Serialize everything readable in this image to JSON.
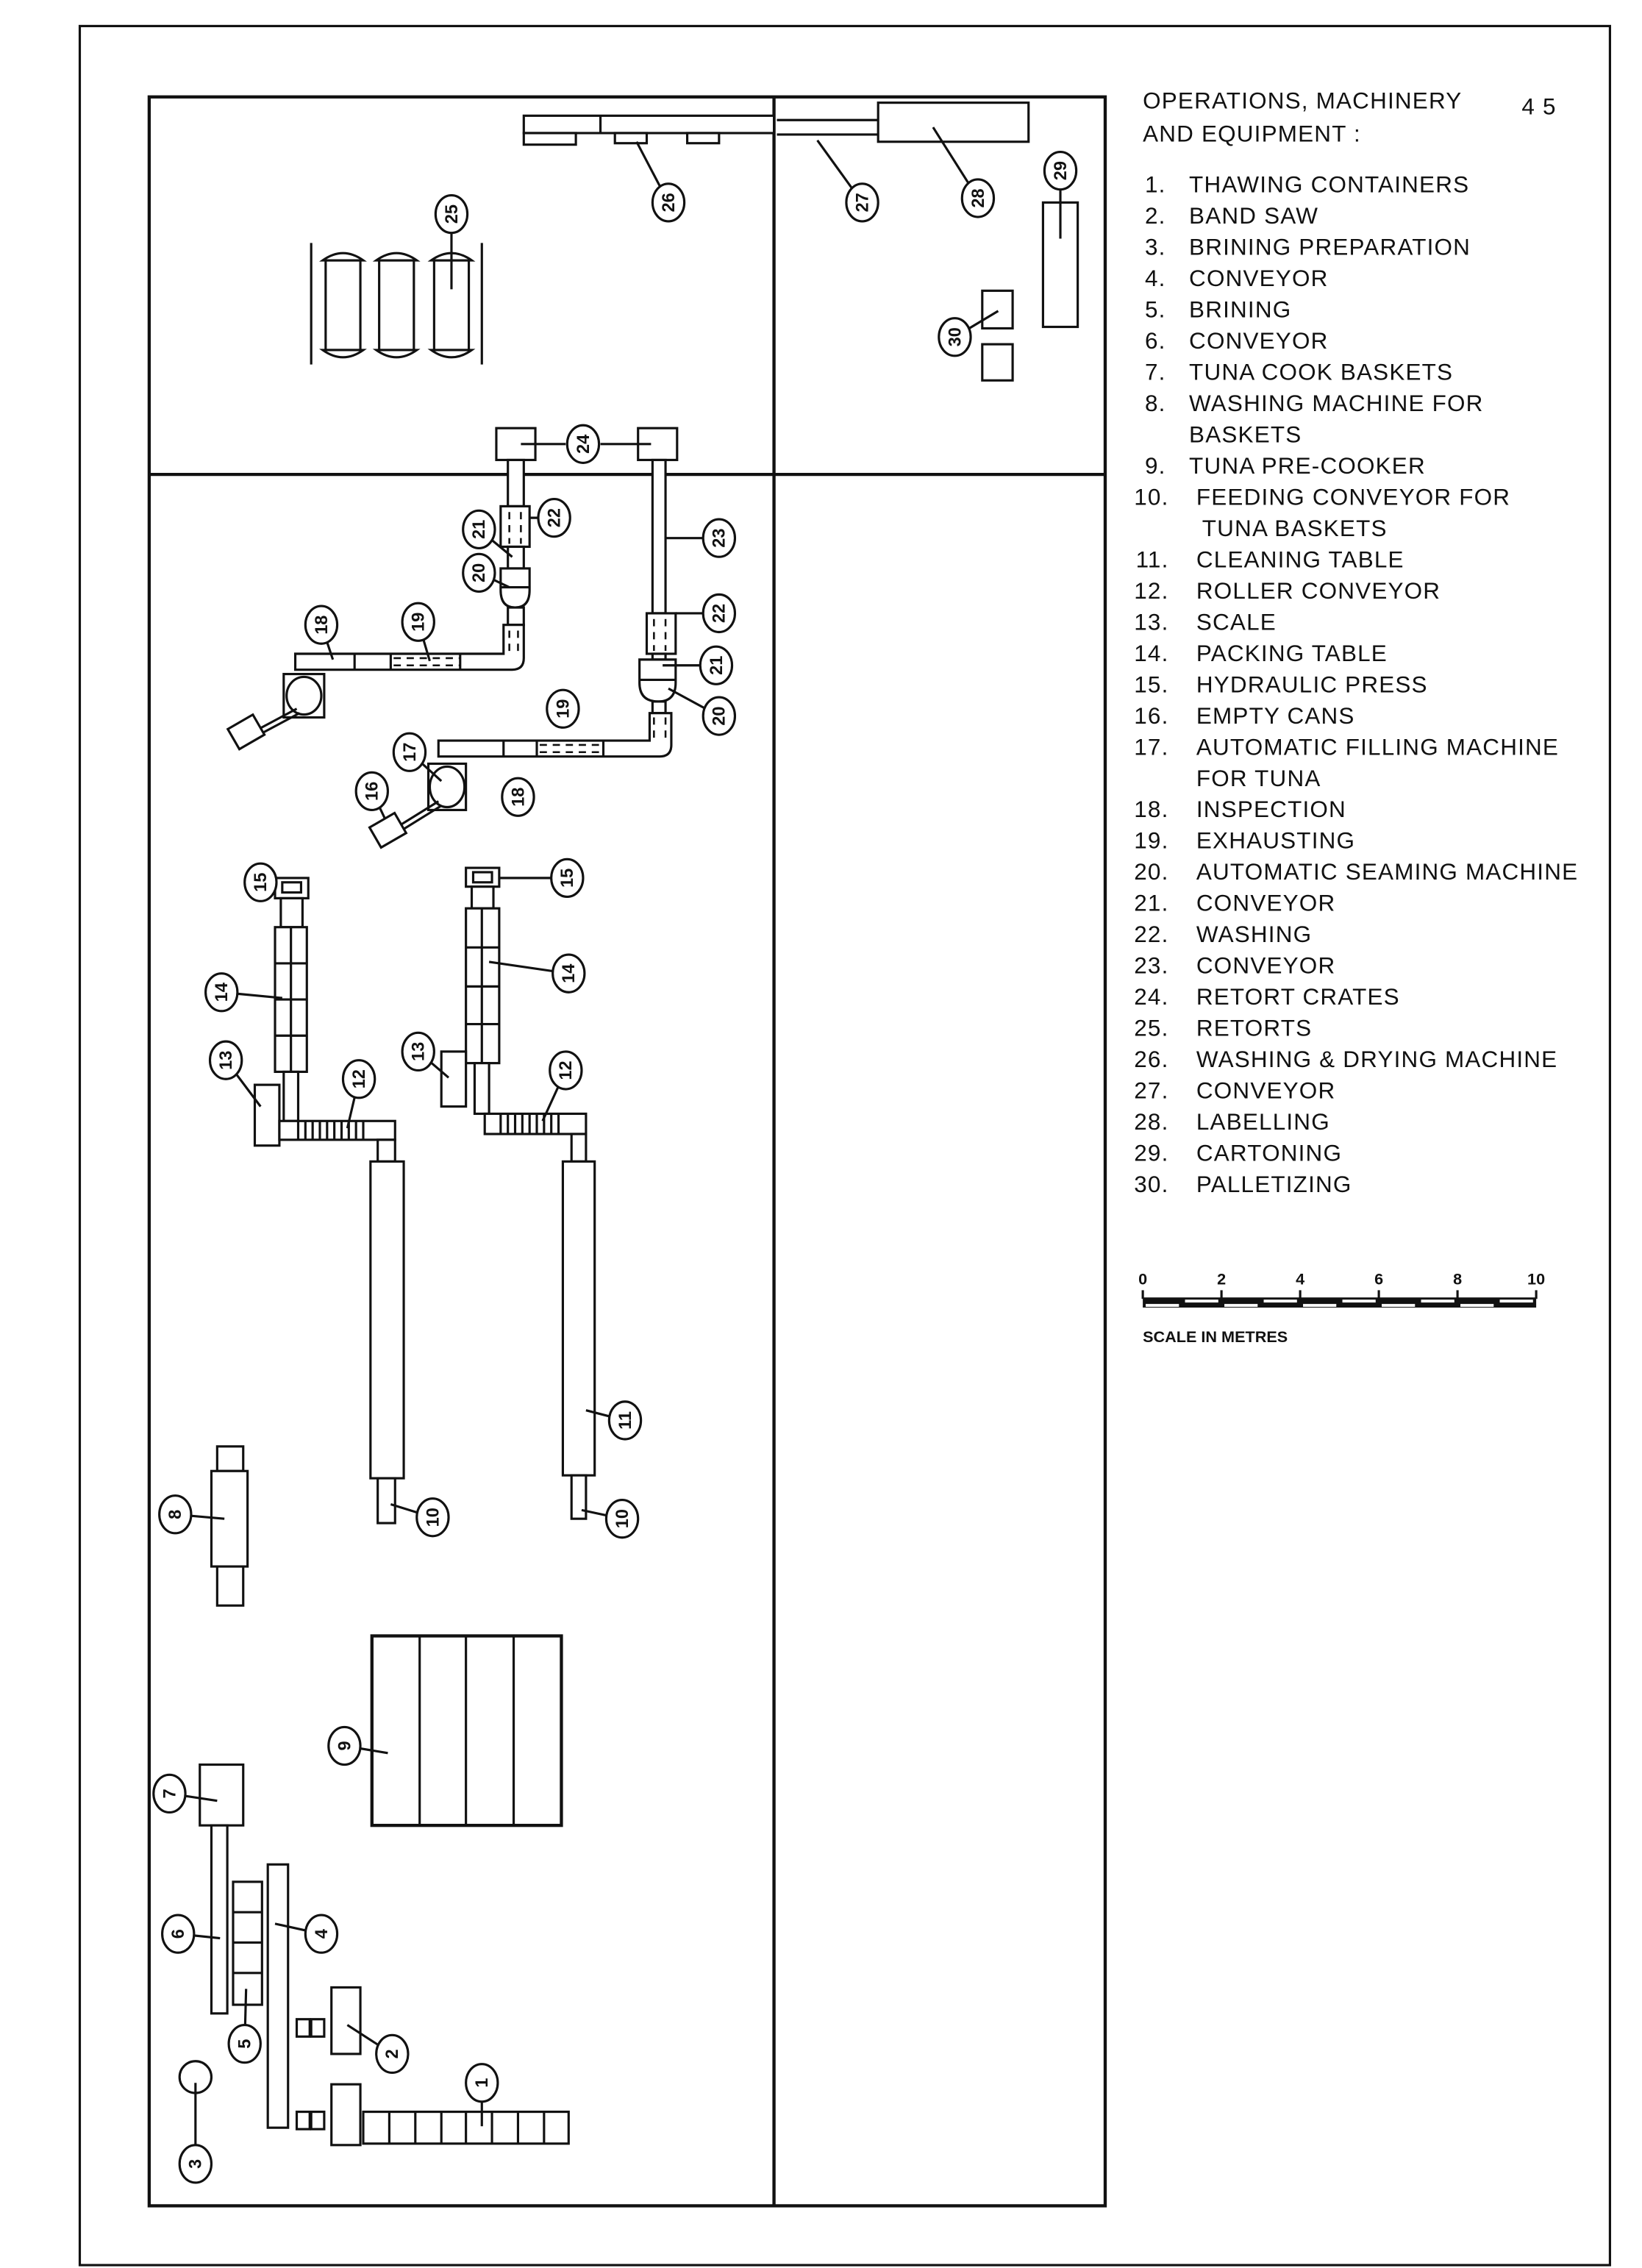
{
  "page_number": "4 5",
  "legend": {
    "title_line1": "OPERATIONS, MACHINERY",
    "title_line2": "AND EQUIPMENT :",
    "items": [
      {
        "num": "1.",
        "lines": [
          "THAWING CONTAINERS"
        ]
      },
      {
        "num": "2.",
        "lines": [
          "BAND SAW"
        ]
      },
      {
        "num": "3.",
        "lines": [
          "BRINING PREPARATION"
        ]
      },
      {
        "num": "4.",
        "lines": [
          "CONVEYOR"
        ]
      },
      {
        "num": "5.",
        "lines": [
          "BRINING"
        ]
      },
      {
        "num": "6.",
        "lines": [
          "CONVEYOR"
        ]
      },
      {
        "num": "7.",
        "lines": [
          "TUNA COOK BASKETS"
        ]
      },
      {
        "num": "8.",
        "lines": [
          "WASHING MACHINE FOR",
          "BASKETS"
        ]
      },
      {
        "num": "9.",
        "lines": [
          "TUNA PRE-COOKER"
        ]
      },
      {
        "num": "10.",
        "lines": [
          "FEEDING CONVEYOR FOR",
          "TUNA BASKETS"
        ]
      },
      {
        "num": "11.",
        "lines": [
          "CLEANING TABLE"
        ]
      },
      {
        "num": "12.",
        "lines": [
          "ROLLER CONVEYOR"
        ]
      },
      {
        "num": "13.",
        "lines": [
          "SCALE"
        ]
      },
      {
        "num": "14.",
        "lines": [
          "PACKING TABLE"
        ]
      },
      {
        "num": "15.",
        "lines": [
          "HYDRAULIC PRESS"
        ]
      },
      {
        "num": "16.",
        "lines": [
          "EMPTY CANS"
        ]
      },
      {
        "num": "17.",
        "lines": [
          "AUTOMATIC FILLING MACHINE",
          "FOR TUNA"
        ]
      },
      {
        "num": "18.",
        "lines": [
          "INSPECTION"
        ]
      },
      {
        "num": "19.",
        "lines": [
          "EXHAUSTING"
        ]
      },
      {
        "num": "20.",
        "lines": [
          "AUTOMATIC SEAMING MACHINE"
        ]
      },
      {
        "num": "21.",
        "lines": [
          "CONVEYOR"
        ]
      },
      {
        "num": "22.",
        "lines": [
          "WASHING"
        ]
      },
      {
        "num": "23.",
        "lines": [
          "CONVEYOR"
        ]
      },
      {
        "num": "24.",
        "lines": [
          "RETORT CRATES"
        ]
      },
      {
        "num": "25.",
        "lines": [
          "RETORTS"
        ]
      },
      {
        "num": "26.",
        "lines": [
          "WASHING & DRYING MACHINE"
        ]
      },
      {
        "num": "27.",
        "lines": [
          "CONVEYOR"
        ]
      },
      {
        "num": "28.",
        "lines": [
          "LABELLING"
        ]
      },
      {
        "num": "29.",
        "lines": [
          "CARTONING"
        ]
      },
      {
        "num": "30.",
        "lines": [
          "PALLETIZING"
        ]
      }
    ]
  },
  "scale": {
    "ticks": [
      "0",
      "2",
      "4",
      "6",
      "8",
      "10"
    ],
    "caption": "SCALE IN METRES"
  },
  "plan": {
    "callouts": [
      "25",
      "26",
      "27",
      "28",
      "29",
      "30",
      "24",
      "21",
      "22",
      "20",
      "18",
      "19",
      "17",
      "16",
      "23",
      "22",
      "21",
      "20",
      "19",
      "18",
      "17",
      "16",
      "15",
      "14",
      "13",
      "12",
      "11",
      "10",
      "15",
      "14",
      "13",
      "12",
      "11",
      "10",
      "8",
      "9",
      "7",
      "6",
      "5",
      "4",
      "2",
      "2",
      "3",
      "1"
    ]
  }
}
